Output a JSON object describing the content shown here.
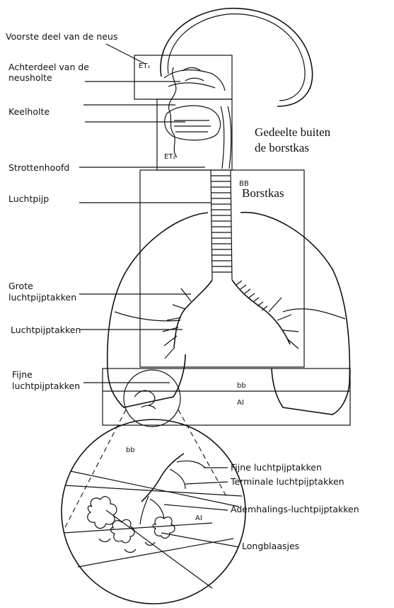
{
  "left_labels": {
    "nose_front": "Voorste deel van de neus",
    "nasal_back_1": "Achterdeel van de",
    "nasal_back_2": "neusholte",
    "throat": "Keelholte",
    "larynx": "Strottenhoofd",
    "trachea": "Luchtpijp",
    "main_bronchi_1": "Grote",
    "main_bronchi_2": "luchtpijptakken",
    "bronchi": "Luchtpijptakken",
    "bronchioles_1": "Fijne",
    "bronchioles_2": "luchtpijptakken"
  },
  "region_labels": {
    "outside_chest_1": "Gedeelte buiten",
    "outside_chest_2": "de borstkas",
    "chest": "Borstkas",
    "et1": "ET₁",
    "et2": "ET₂",
    "bb_upper": "BB",
    "bb_lower": "bb",
    "ai": "AI",
    "bb_circle": "bb",
    "ai_circle": "AI"
  },
  "right_labels": {
    "fine_bronchioles": "Fijne luchtpijptakken",
    "terminal_bronchioles": "Terminale luchtpijptakken",
    "respiratory_bronchioles": "Ademhalings-luchtpijptakken",
    "alveoli": "Longblaasjes"
  }
}
